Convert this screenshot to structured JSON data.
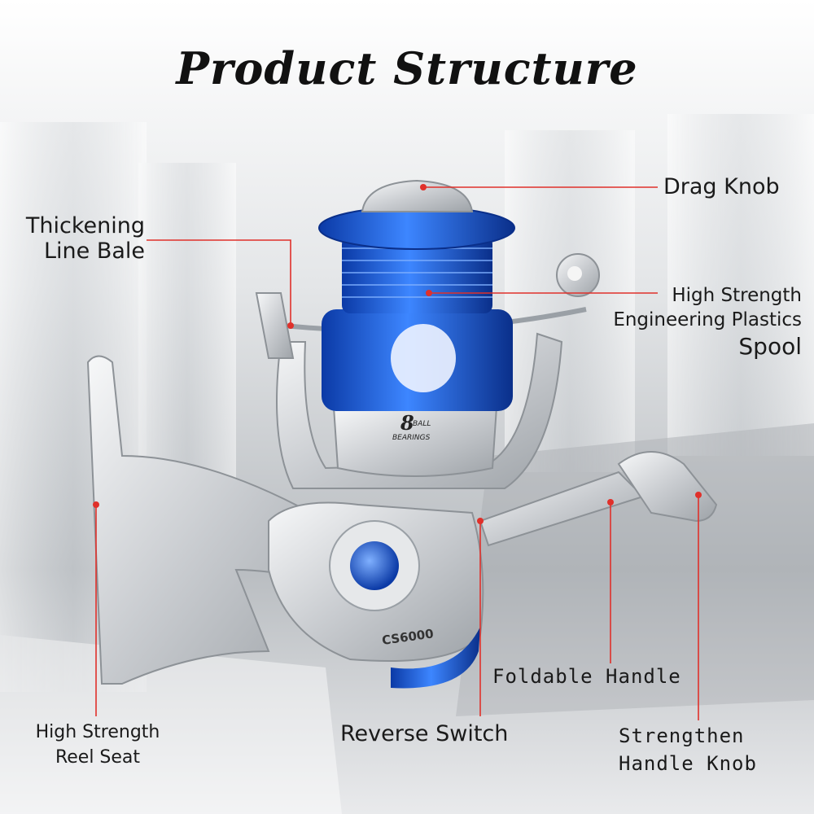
{
  "title": "Product Structure",
  "model": "CS6000",
  "spool_badge": {
    "number": "8",
    "line1": "BALL",
    "line2": "BEARINGS"
  },
  "colors": {
    "accent_line": "#e0302a",
    "spool_blue": "#1f5fd8",
    "body_silver": "#d7dadd"
  },
  "labels": {
    "drag_knob": "Drag Knob",
    "line_bale": [
      "Thickening",
      "Line Bale"
    ],
    "spool": [
      "High Strength",
      "Engineering Plastics",
      "Spool"
    ],
    "reel_seat": [
      "High Strength",
      "Reel Seat"
    ],
    "reverse_switch": "Reverse Switch",
    "foldable_handle": "Foldable Handle",
    "handle_knob": [
      "Strengthen",
      "Handle Knob"
    ]
  }
}
